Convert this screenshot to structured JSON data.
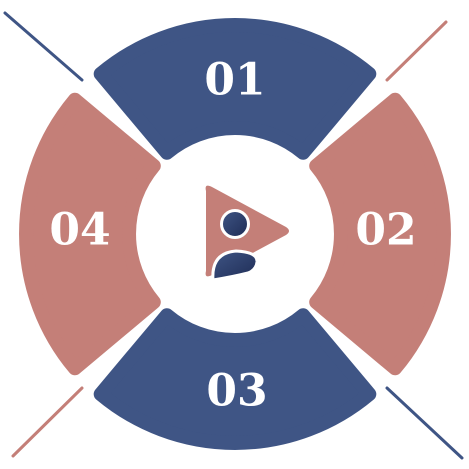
{
  "segments": [
    {
      "label": "01",
      "color": "#3f5585"
    },
    {
      "label": "02",
      "color": "#c47f78"
    },
    {
      "label": "03",
      "color": "#3f5585"
    },
    {
      "label": "04",
      "color": "#c47f78"
    }
  ],
  "center_icon": {
    "name": "person-play-icon",
    "play_color": "#c47f78",
    "person_color": "#3f5585"
  },
  "diagonal_line_colors": {
    "top_left": "#3f5585",
    "top_right": "#c47f78",
    "bottom_left": "#c47f78",
    "bottom_right": "#3f5585"
  }
}
